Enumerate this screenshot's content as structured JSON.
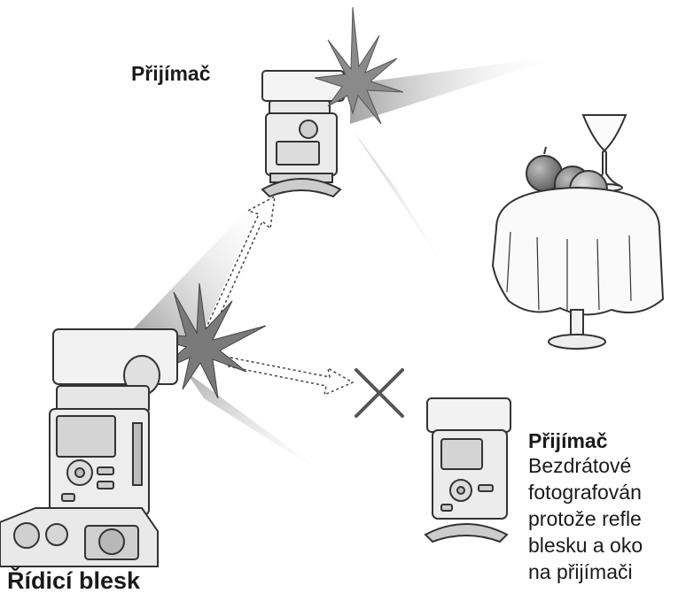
{
  "labels": {
    "top_receiver": "Přijímač",
    "master": "Řídicí blesk",
    "remote_receiver": "Přijímač"
  },
  "note_lines": [
    "Bezdrátové",
    "fotografován",
    "protože refle",
    "blesku a oko",
    "na přijímači"
  ],
  "colors": {
    "line": "#333333",
    "beam": "#b8b8b8",
    "blocked": "#555555"
  }
}
